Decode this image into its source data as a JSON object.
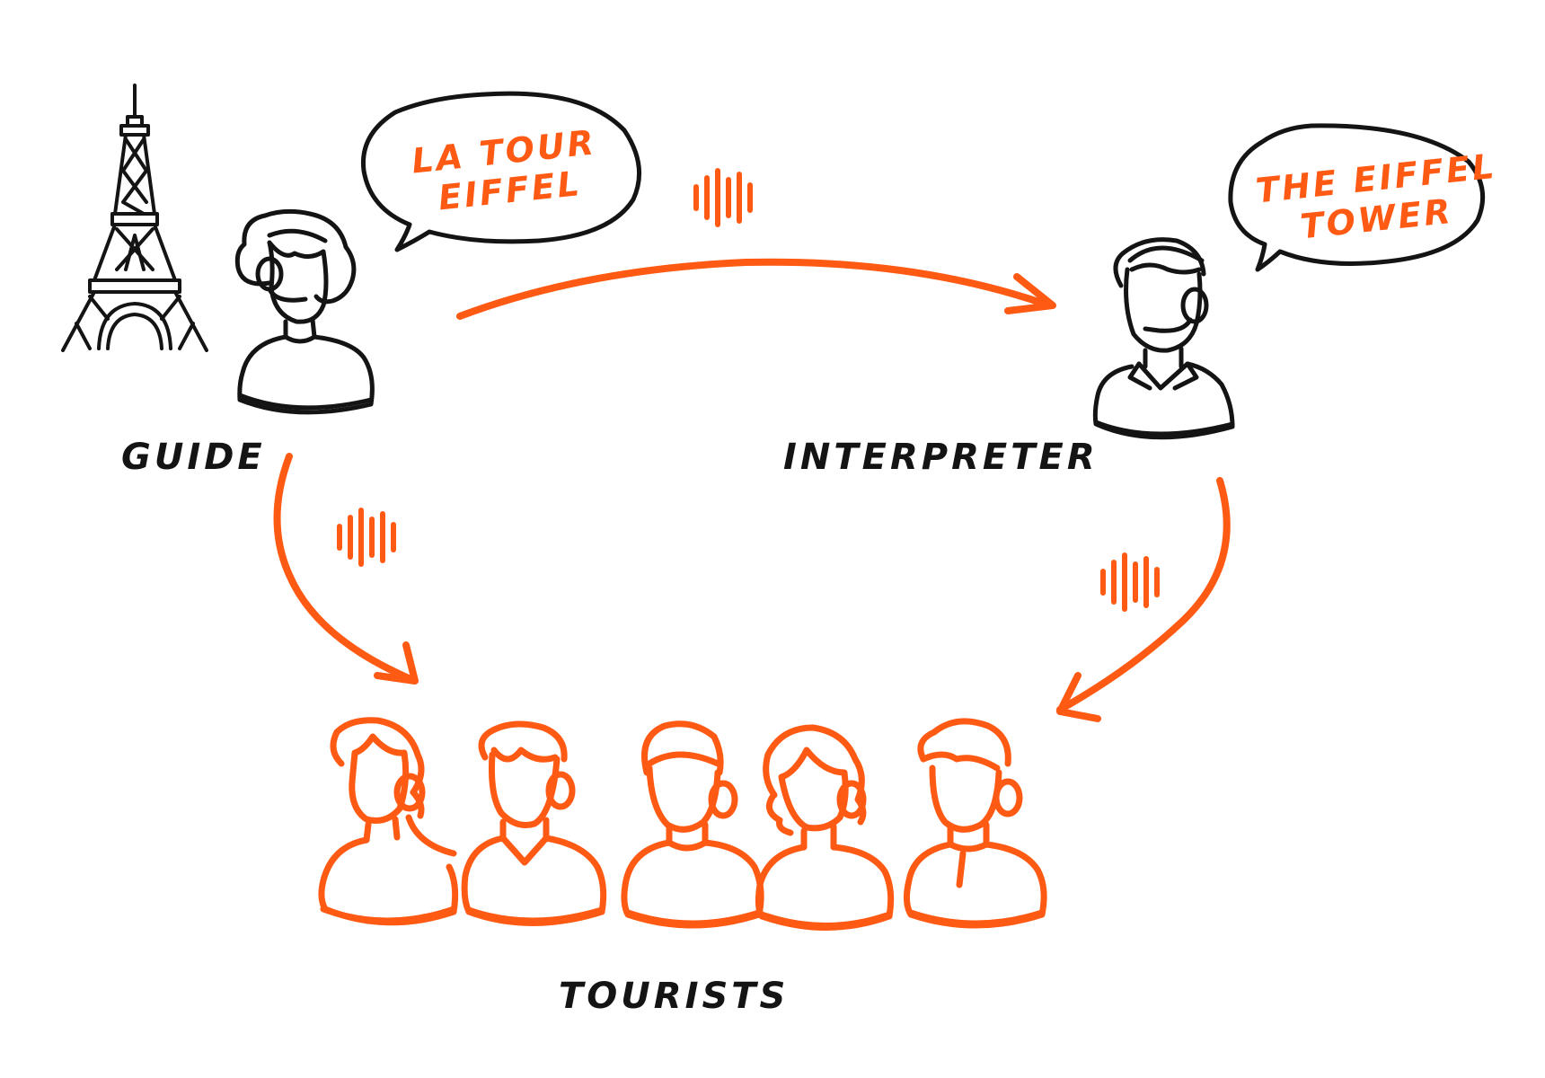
{
  "labels": {
    "guide": "GUIDE",
    "interpreter": "INTERPRETER",
    "tourists": "TOURISTS"
  },
  "bubbles": {
    "guide_line1": "LA TOUR",
    "guide_line2": "EIFFEL",
    "interpreter_line1": "THE EIFFEL",
    "interpreter_line2": "TOWER"
  },
  "colors": {
    "accent": "#ff5a14",
    "ink": "#141414",
    "background": "#ffffff"
  },
  "icons": [
    "eiffel-tower-icon",
    "guide-headset-person-icon",
    "interpreter-headset-person-icon",
    "tourist-headset-person-icon",
    "sound-wave-icon",
    "arrow-icon",
    "speech-bubble-icon"
  ]
}
